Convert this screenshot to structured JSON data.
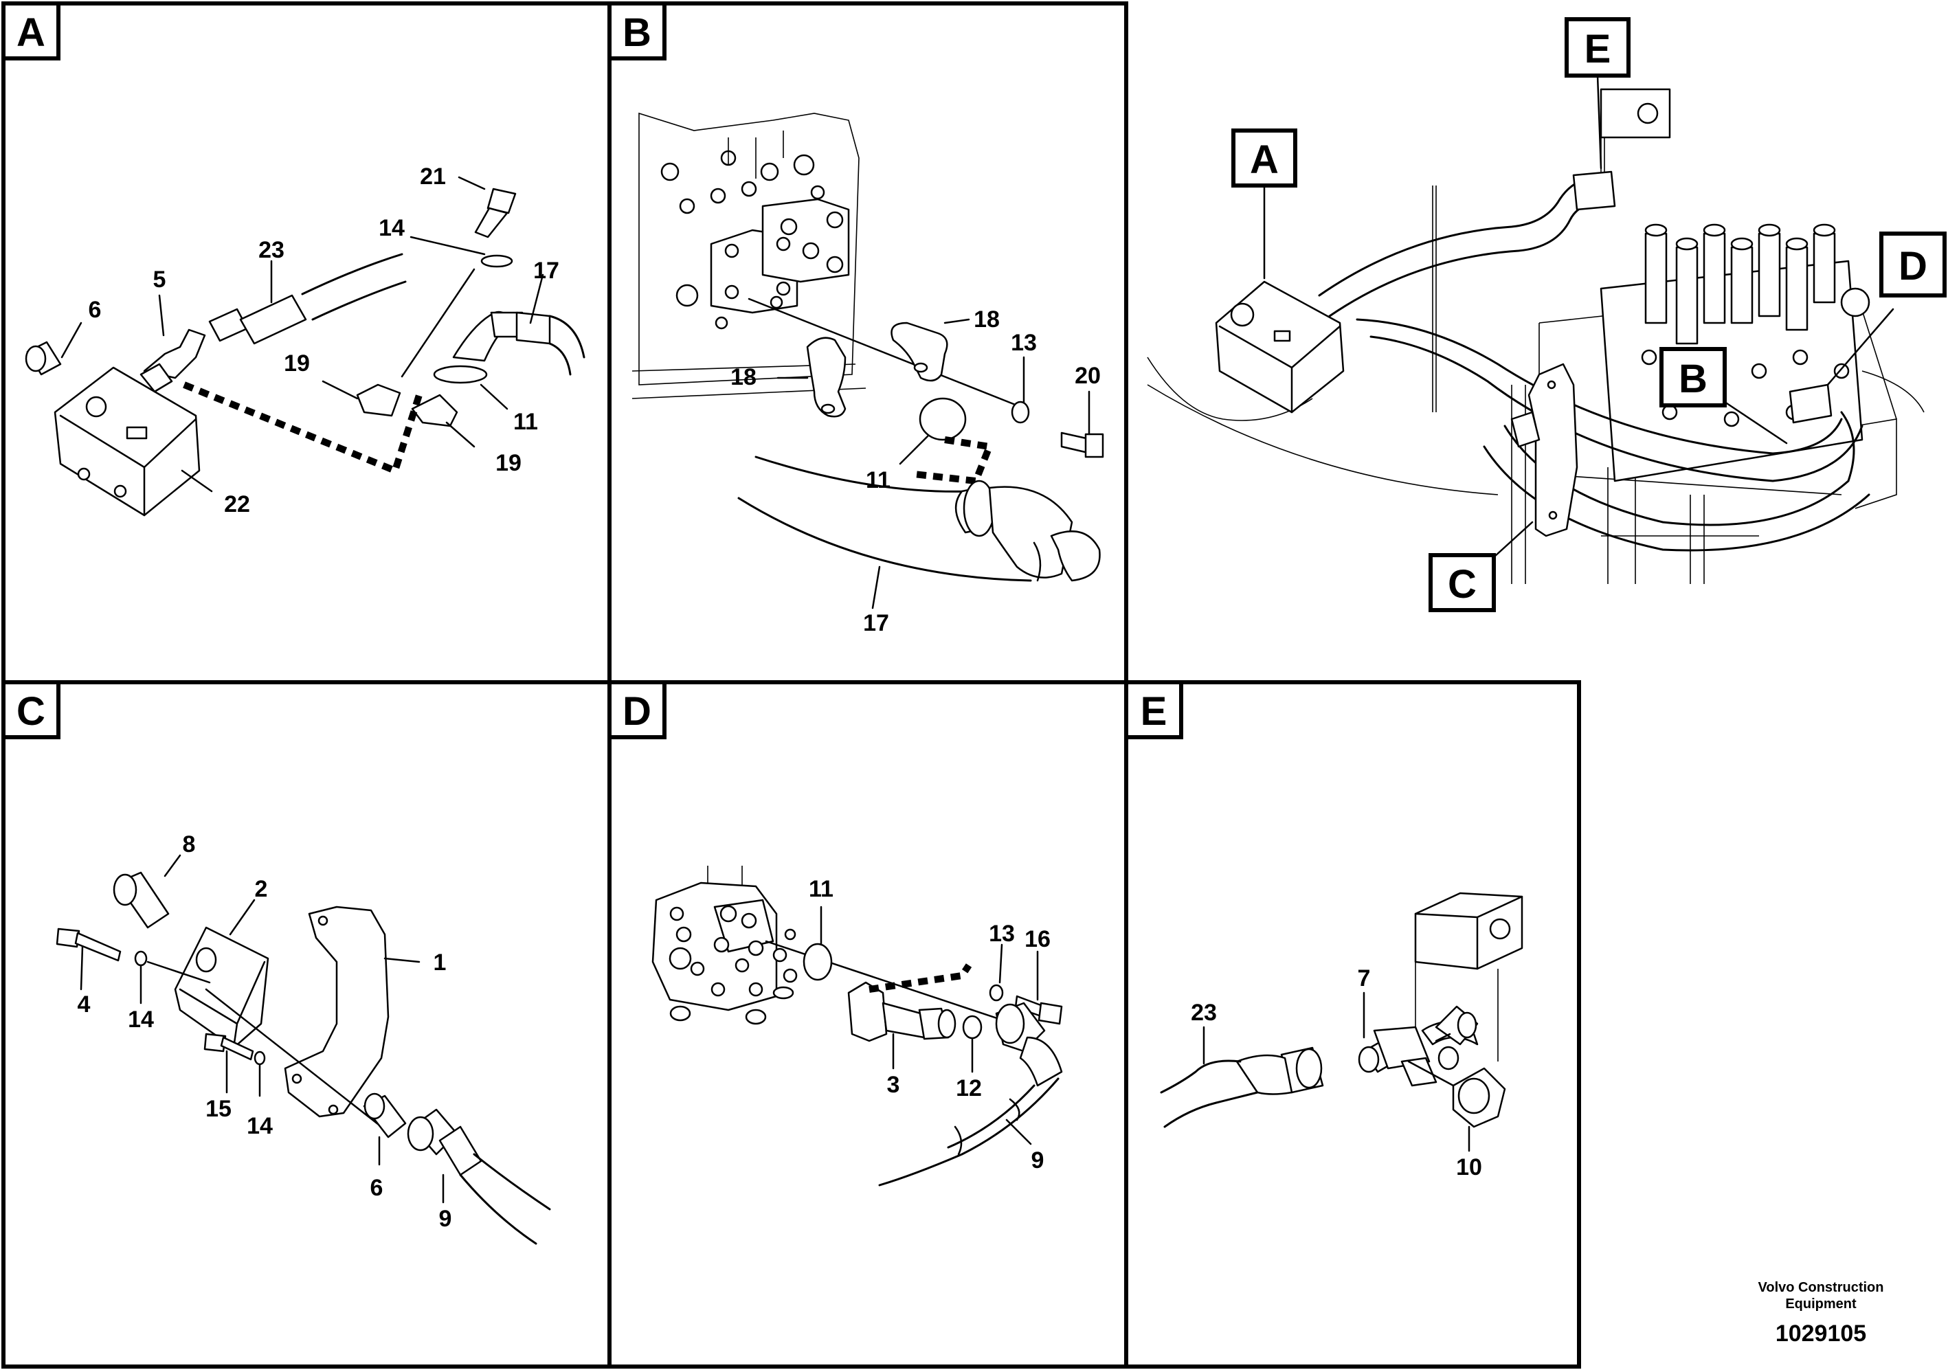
{
  "panels": {
    "A": {
      "letter": "A",
      "labels": {
        "p6": "6",
        "p5": "5",
        "p23": "23",
        "p21": "21",
        "p14": "14",
        "p17": "17",
        "p19a": "19",
        "p11": "11",
        "p19b": "19",
        "p22": "22"
      }
    },
    "B": {
      "letter": "B",
      "labels": {
        "p18a": "18",
        "p18b": "18",
        "p13": "13",
        "p20": "20",
        "p11": "11",
        "p17": "17"
      }
    },
    "C": {
      "letter": "C",
      "labels": {
        "p8": "8",
        "p2": "2",
        "p1": "1",
        "p4": "4",
        "p14a": "14",
        "p15": "15",
        "p14b": "14",
        "p6": "6",
        "p9": "9"
      }
    },
    "D": {
      "letter": "D",
      "labels": {
        "p11": "11",
        "p13": "13",
        "p16": "16",
        "p3": "3",
        "p12": "12",
        "p9": "9"
      }
    },
    "E": {
      "letter": "E",
      "labels": {
        "p23": "23",
        "p7": "7",
        "p10": "10"
      }
    }
  },
  "overview": {
    "callouts": {
      "A": "A",
      "B": "B",
      "C": "C",
      "D": "D",
      "E": "E"
    }
  },
  "footer": {
    "manufacturer_line1": "Volvo Construction",
    "manufacturer_line2": "Equipment",
    "drawing_number": "1029105"
  }
}
